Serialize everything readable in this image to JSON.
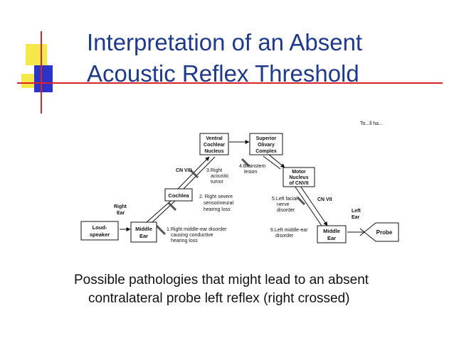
{
  "slide": {
    "title_line1": "Interpretation of an Absent",
    "title_line2": "Acoustic Reflex Threshold",
    "caption_line1": "Possible pathologies that might lead to an absent",
    "caption_line2": "contralateral probe left reflex (right crossed)",
    "header_fragment": "To...ll ha..."
  },
  "diagram": {
    "nodes": {
      "vcn": [
        "Ventral",
        "Cochlear",
        "Nucleus"
      ],
      "soc": [
        "Superior",
        "Olivary",
        "Complex"
      ],
      "motor": [
        "Motor",
        "Nucleus",
        "of CNVII"
      ],
      "cochlea": [
        "Cochlea"
      ],
      "right_middle_ear": [
        "Middle",
        "Ear"
      ],
      "left_middle_ear": [
        "Middle",
        "Ear"
      ],
      "loudspeaker": [
        "Loud-",
        "speaker"
      ],
      "probe": [
        "Probe"
      ]
    },
    "labels": {
      "cn8": "CN VIII",
      "cn7": "CN VII",
      "right_ear": [
        "Right",
        "Ear"
      ],
      "left_ear": [
        "Left",
        "Ear"
      ]
    },
    "pathologies": {
      "p1": [
        "1.Right middle-ear disorder",
        "causing conductive",
        "hearing loss"
      ],
      "p2": [
        "2. Right severe",
        "sensorineural",
        "hearing loss"
      ],
      "p3": [
        "3.Right",
        "acoustic",
        "tumor"
      ],
      "p4": [
        "4.Brainstem",
        "lesion"
      ],
      "p5": [
        "5.Left facial",
        "nerve",
        "disorder"
      ],
      "p6": [
        "6.Left middle-ear",
        "disorder"
      ]
    },
    "colors": {
      "line": "#111111",
      "box_border": "#111111",
      "lesion_bar": "#555555"
    }
  },
  "decor": {
    "accent_yellow": "#f5e84a",
    "accent_blue": "#2c33c9",
    "accent_red": "#d9232a",
    "title_color": "#1f3a8a"
  }
}
